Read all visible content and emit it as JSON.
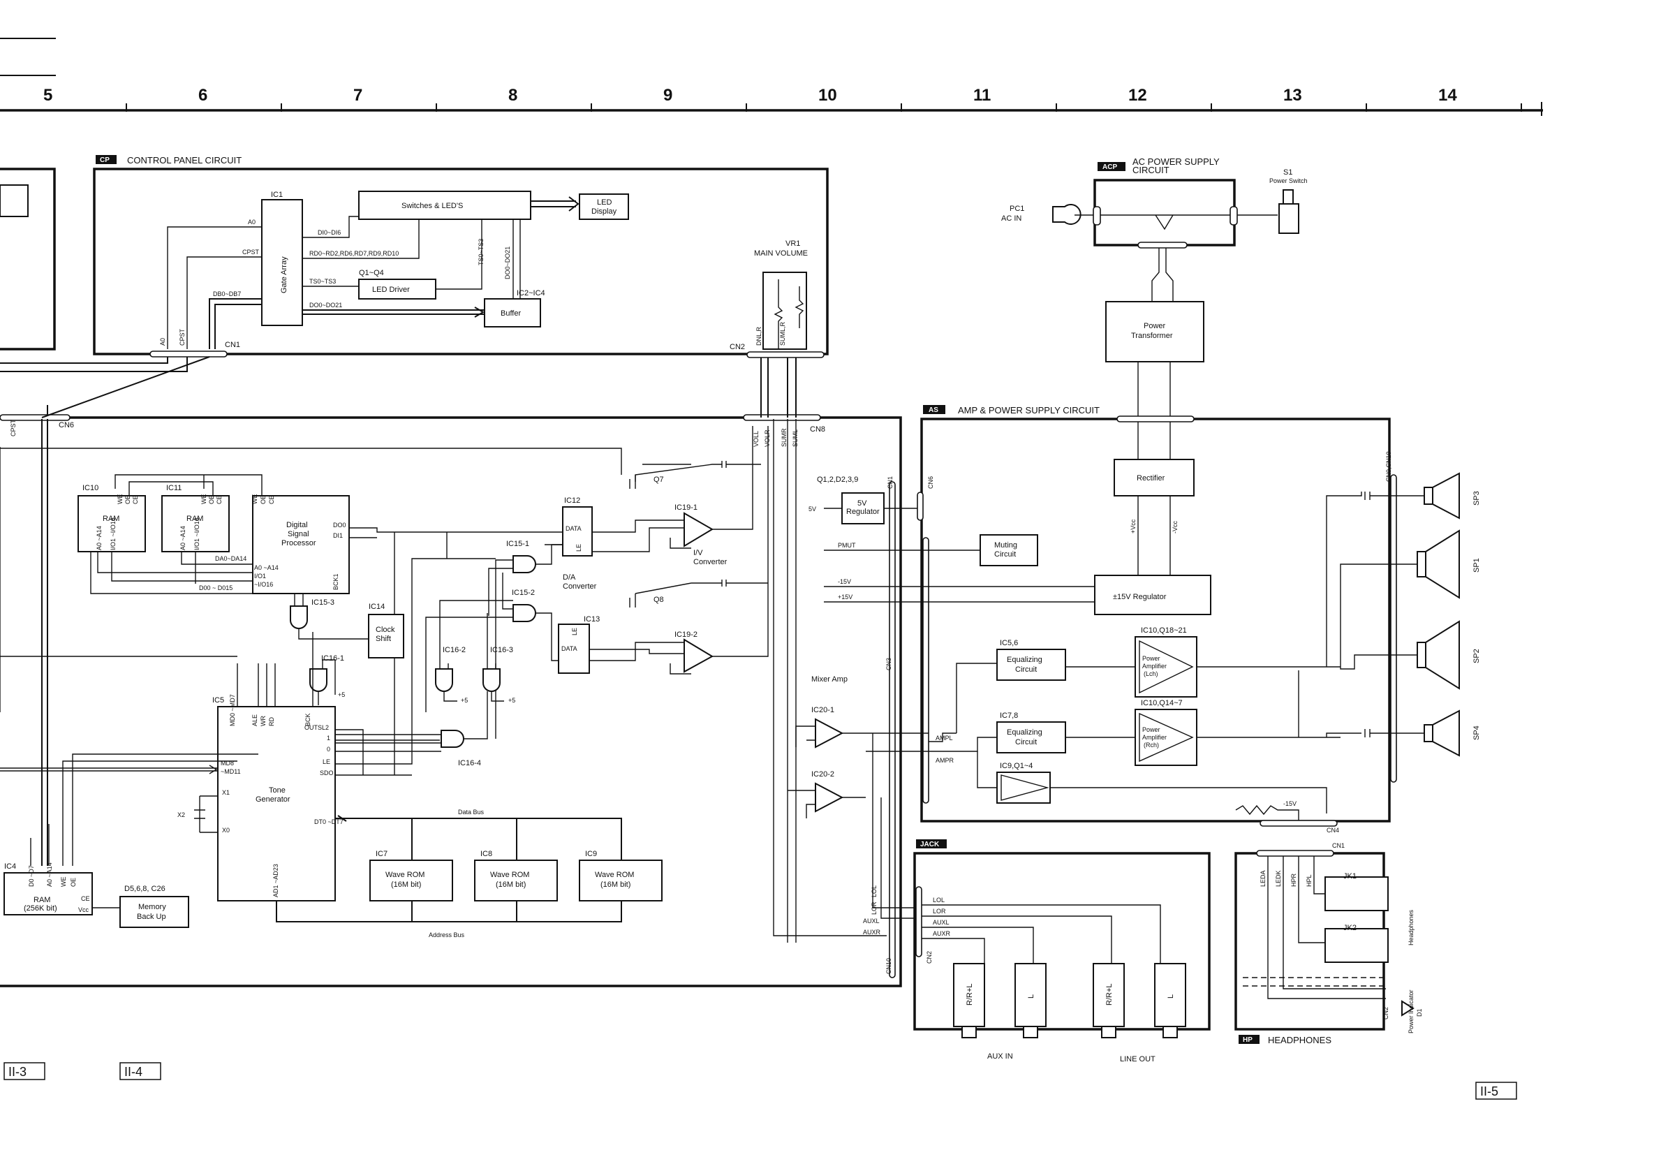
{
  "ruler": {
    "numbers": [
      "5",
      "6",
      "7",
      "8",
      "9",
      "10",
      "11",
      "12",
      "13",
      "14"
    ]
  },
  "panels": {
    "cp": {
      "tag": "CP",
      "title": "CONTROL PANEL CIRCUIT"
    },
    "acp": {
      "tag": "ACP",
      "title_line1": "AC POWER SUPPLY",
      "title_line2": "CIRCUIT"
    },
    "as": {
      "tag": "AS",
      "title": "AMP & POWER SUPPLY CIRCUIT"
    },
    "jack": {
      "tag": "JACK"
    },
    "hp": {
      "tag": "HP",
      "title": "HEADPHONES"
    }
  },
  "cp": {
    "ic1": "IC1",
    "gate_array": "Gate Array",
    "switches": "Switches & LED'S",
    "led_display_1": "LED",
    "led_display_2": "Display",
    "q1q4": "Q1~Q4",
    "led_driver": "LED Driver",
    "ic2ic4": "IC2~IC4",
    "buffer": "Buffer",
    "a0": "A0",
    "cpst": "CPST",
    "db0db7": "DB0~DB7",
    "di0di6": "DI0~DI6",
    "rd_bus": "RD0~RD2,RD6,RD7,RD9,RD10",
    "ts0ts3": "TS0~TS3",
    "do0do21": "DO0~DO21",
    "ts0ts3_v": "TS0~TS3",
    "do0do21_v": "DO0~DO21",
    "cn1": "CN1",
    "cn2": "CN2",
    "a0_v": "A0",
    "cpst_v": "CPST",
    "vr1": "VR1",
    "main_volume": "MAIN VOLUME",
    "dnl": "DNL,R",
    "suml": "SUML,R"
  },
  "acp": {
    "pc1": "PC1",
    "ac_in": "AC IN",
    "s1": "S1",
    "power_switch": "Power Switch"
  },
  "main": {
    "cn6": "CN6",
    "cpst_side": "CPST",
    "cn8": "CN8",
    "voll": "VOLL",
    "volr": "VOLR",
    "sumr": "SUMR",
    "suml": "SUML",
    "ic10": "IC10",
    "ic11": "IC11",
    "ram": "RAM",
    "we": "WE",
    "oe": "OE",
    "ce": "CE",
    "a0a14": "A0 ~A14",
    "io": "I/O1 ~I/O16",
    "dsp_1": "Digital",
    "dsp_2": "Signal",
    "dsp_3": "Processor",
    "doo": "DO0",
    "dii": "DI1",
    "da0da14": "DA0~DA14",
    "d00d015": "D00 ~ D015",
    "a0a14_dsp": "A0 ~A14",
    "io1": "I/O1",
    "io16": "~I/O16",
    "bck1": "BCK1",
    "q7": "Q7",
    "q8": "Q8",
    "ic12": "IC12",
    "ic13": "IC13",
    "data": "DATA",
    "le": "LE",
    "da_conv_1": "D/A",
    "da_conv_2": "Converter",
    "ic19_1": "IC19-1",
    "ic19_2": "IC19-2",
    "iv_conv_1": "I/V",
    "iv_conv_2": "Converter",
    "ic15_1": "IC15-1",
    "ic15_2": "IC15-2",
    "ic15_3": "IC15-3",
    "ic14": "IC14",
    "clock_1": "Clock",
    "clock_2": "Shift",
    "ic16_1": "IC16-1",
    "ic16_2": "IC16-2",
    "ic16_3": "IC16-3",
    "ic16_4": "IC16-4",
    "plus5": "+5",
    "ic5": "IC5",
    "md0md7": "MD0 ~MD7",
    "ale": "ALE",
    "wr": "WR",
    "rd": "RD",
    "bck": "BCK",
    "md8": "MD8",
    "md11": "~MD11",
    "x1": "X1",
    "x0": "X0",
    "x2": "X2",
    "tone_1": "Tone",
    "tone_2": "Generator",
    "outsl2": "OUTSL2",
    "o1": "1",
    "o0": "0",
    "ole": "LE",
    "sdo": "SDO",
    "dt0dt7": "DT0 ~DT7",
    "ad1": "AD1 ~AD23",
    "data_bus": "Data Bus",
    "address_bus": "Address Bus",
    "ic7": "IC7",
    "ic8": "IC8",
    "ic9": "IC9",
    "wave_rom": "Wave ROM",
    "mbit": "(16M bit)",
    "ic4": "IC4",
    "ram256": "RAM",
    "ram256_2": "(256K bit)",
    "d07": "D0 ~D7",
    "a0a14_ic4": "A0 ~A14",
    "we4": "WE",
    "oe4": "OE",
    "ce4": "CE",
    "vcc": "Vcc",
    "d5": "D5,6,8, C26",
    "mem_1": "Memory",
    "mem_2": "Back Up",
    "mixer": "Mixer Amp",
    "ic20_1": "IC20-1",
    "ic20_2": "IC20-2",
    "cn3": "CN3",
    "cn1": "CN1",
    "cn10": "CN10",
    "lol": "LOL",
    "lor": "LOR",
    "auxl": "AUXL",
    "auxr": "AUXR"
  },
  "as": {
    "q1": "Q1,2,D2,3,9",
    "reg5v_1": "5V",
    "reg5v_2": "Regulator",
    "v5": "5V",
    "pmut": "PMUT",
    "m15": "-15V",
    "p15": "+15V",
    "ampl": "AMPL",
    "ampr": "AMPR",
    "cn1": "CN1",
    "cn6": "CN6",
    "muting_1": "Muting",
    "muting_2": "Circuit",
    "power_tr_1": "Power",
    "power_tr_2": "Transformer",
    "rectifier": "Rectifier",
    "vcc_p": "+Vcc",
    "vcc_m": "-Vcc",
    "reg15": "±15V Regulator",
    "ic56": "IC5,6",
    "ic78": "IC7,8",
    "eq_1": "Equalizing",
    "eq_2": "Circuit",
    "ic10q18": "IC10,Q18~21",
    "ic10q14": "IC10,Q14~7",
    "pa_1": "Power",
    "pa_2": "Amplifier",
    "lch": "(Lch)",
    "rch": "(Rch)",
    "ic9q1": "IC9,Q1~4",
    "cn4": "CN4",
    "m15b": "-15V",
    "cn9": "CN9,CN10",
    "sp3": "SP3",
    "sp1": "SP1",
    "sp2": "SP2",
    "sp4": "SP4"
  },
  "jack": {
    "lol": "LOL",
    "lor": "LOR",
    "auxl": "AUXL",
    "auxr": "AUXR",
    "cn2": "CN2",
    "rl": "R/R+L",
    "l": "L",
    "aux_in": "AUX IN",
    "line_out": "LINE OUT"
  },
  "hp": {
    "cn1": "CN1",
    "leda": "LEDA",
    "ledk": "LEDK",
    "hpr": "HPR",
    "hpl": "HPL",
    "jk1": "JK1",
    "jk2": "JK2",
    "headphones": "Headphones",
    "cn2": "CN2",
    "d1": "D1",
    "power_ind": "Power Indicator"
  },
  "page_refs": [
    "II-3",
    "II-4",
    "II-5"
  ]
}
